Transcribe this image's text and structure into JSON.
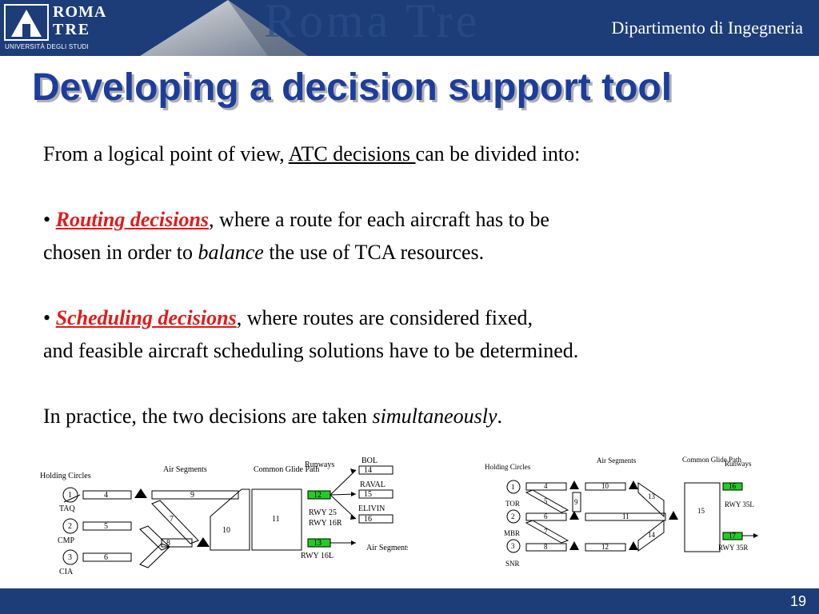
{
  "header": {
    "logo_line1": "ROMA",
    "logo_line2": "TRE",
    "logo_line3": "UNIVERSITÀ DEGLI STUDI",
    "watermark": "Roma Tre",
    "department": "Dipartimento di Ingegneria",
    "colors": {
      "band": "#1c3d78",
      "title": "#1c3d9c",
      "highlight": "#e21a1a",
      "green": "#22cc22"
    }
  },
  "title": "Developing a decision support tool",
  "body": {
    "p1_pre": "From a logical point of view, ",
    "p1_link": "ATC decisions ",
    "p1_post": "can be divided into:",
    "bullet": "•",
    "b1_term": "Routing decisions",
    "b1_rest1": ", where a route for each aircraft has to be",
    "b1_rest2a": "chosen in order to ",
    "b1_em": "balance",
    "b1_rest2b": " the use of TCA resources.",
    "b2_term": "Scheduling decisions",
    "b2_rest1": ", where routes are considered fixed,",
    "b2_rest2": "and feasible aircraft scheduling solutions have to be determined.",
    "p3_pre": "In practice, the two decisions are taken ",
    "p3_em": "simultaneously",
    "p3_post": "."
  },
  "diagram_left": {
    "holding_circles": "Holding Circles",
    "air_segments": "Air Segments",
    "common_glide_path": "Common Glide Path",
    "runways": "Runways",
    "circles": [
      "1",
      "2",
      "3"
    ],
    "fixes": [
      "TAQ",
      "CMP",
      "CIA"
    ],
    "segments": [
      "4",
      "5",
      "6",
      "7",
      "8",
      "9"
    ],
    "glide_nodes": [
      "10",
      "11"
    ],
    "runway_nodes": [
      "12",
      "13"
    ],
    "exit_nodes": [
      "14",
      "15",
      "16"
    ],
    "exit_labels": [
      "BOL",
      "RAVAL",
      "ELIVIN"
    ],
    "rwy_label_a": "RWY 25",
    "rwy_label_b": "RWY 16R",
    "rwy_label_c": "RWY 16L",
    "air_segments_out": "Air Segments"
  },
  "diagram_right": {
    "holding_circles": "Holding Circles",
    "air_segments": "Air Segments",
    "common_glide_path": "Common Glide Path",
    "runways": "Runways",
    "circles": [
      "1",
      "2",
      "3"
    ],
    "fixes": [
      "TOR",
      "MBR",
      "SNR"
    ],
    "segments": [
      "4",
      "5",
      "6",
      "7",
      "8",
      "9",
      "10",
      "11",
      "12",
      "13",
      "14"
    ],
    "glide_node": "15",
    "runway_nodes": [
      "16",
      "17"
    ],
    "rwy_label_a": "RWY 35L",
    "rwy_label_b": "RWY 35R"
  },
  "footer": {
    "page_number": "19"
  }
}
